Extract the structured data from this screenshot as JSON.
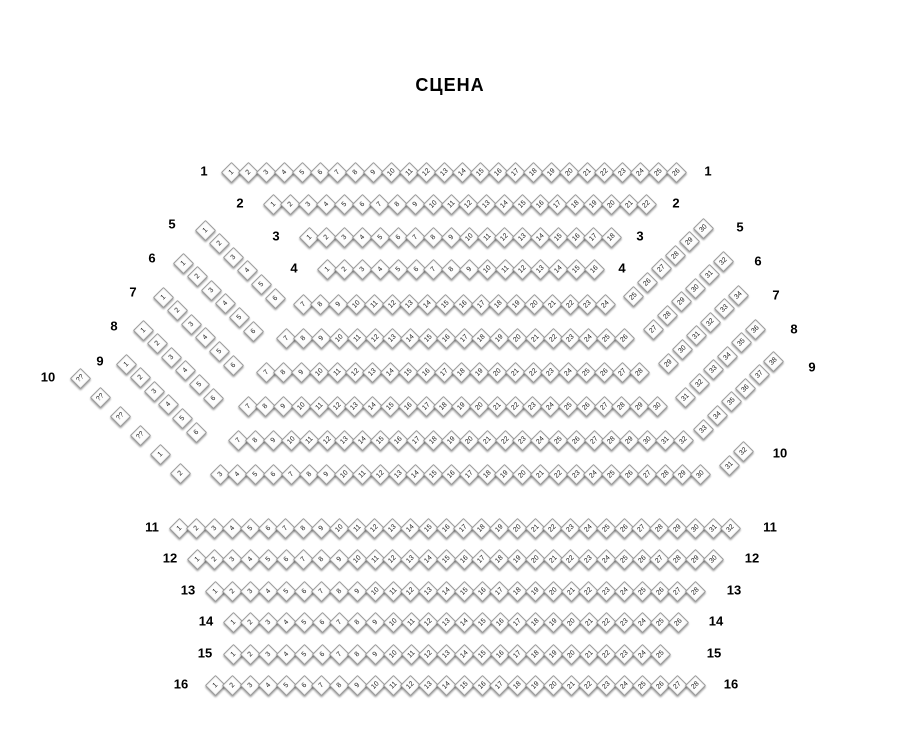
{
  "title": "СЦЕНА",
  "colors": {
    "seat_fill": "#fdfdfd",
    "seat_border": "#9b9b9b",
    "text": "#000000",
    "background": "#ffffff"
  },
  "rows": [
    {
      "row": "1",
      "center": [
        "1",
        "2",
        "3",
        "4",
        "5",
        "6",
        "7",
        "8",
        "9",
        "10",
        "11",
        "12",
        "13",
        "14",
        "15",
        "16",
        "17",
        "18",
        "19",
        "20",
        "21",
        "22",
        "23",
        "24",
        "25",
        "26"
      ]
    },
    {
      "row": "2",
      "center": [
        "1",
        "2",
        "3",
        "4",
        "5",
        "6",
        "7",
        "8",
        "9",
        "10",
        "11",
        "12",
        "13",
        "14",
        "15",
        "16",
        "17",
        "18",
        "19",
        "20",
        "21",
        "22"
      ]
    },
    {
      "row": "3",
      "center": [
        "1",
        "2",
        "3",
        "4",
        "5",
        "6",
        "7",
        "8",
        "9",
        "10",
        "11",
        "12",
        "13",
        "14",
        "15",
        "16",
        "17",
        "18"
      ]
    },
    {
      "row": "4",
      "center": [
        "1",
        "2",
        "3",
        "4",
        "5",
        "6",
        "7",
        "8",
        "9",
        "10",
        "11",
        "12",
        "13",
        "14",
        "15",
        "16"
      ]
    },
    {
      "row": "5",
      "left": [
        "1",
        "2",
        "3",
        "4",
        "5",
        "6"
      ],
      "center": [
        "7",
        "8",
        "9",
        "10",
        "11",
        "12",
        "13",
        "14",
        "15",
        "16",
        "17",
        "18",
        "19",
        "20",
        "21",
        "22",
        "23",
        "24"
      ],
      "right": [
        "25",
        "26",
        "27",
        "28",
        "29",
        "30"
      ]
    },
    {
      "row": "6",
      "left": [
        "1",
        "2",
        "3",
        "4",
        "5",
        "6"
      ],
      "center": [
        "7",
        "8",
        "9",
        "10",
        "11",
        "12",
        "13",
        "14",
        "15",
        "16",
        "17",
        "18",
        "19",
        "20",
        "21",
        "22",
        "23",
        "24",
        "25",
        "26"
      ],
      "right": [
        "27",
        "28",
        "29",
        "30",
        "31",
        "32"
      ]
    },
    {
      "row": "7",
      "left": [
        "1",
        "2",
        "3",
        "4",
        "5",
        "6"
      ],
      "center": [
        "7",
        "8",
        "9",
        "10",
        "11",
        "12",
        "13",
        "14",
        "15",
        "16",
        "17",
        "18",
        "19",
        "20",
        "21",
        "22",
        "23",
        "24",
        "25",
        "26",
        "27",
        "28"
      ],
      "right": [
        "29",
        "30",
        "31",
        "32",
        "33",
        "34"
      ]
    },
    {
      "row": "8",
      "left": [
        "1",
        "2",
        "3",
        "4",
        "5",
        "6"
      ],
      "center": [
        "7",
        "8",
        "9",
        "10",
        "11",
        "12",
        "13",
        "14",
        "15",
        "16",
        "17",
        "18",
        "19",
        "20",
        "21",
        "22",
        "23",
        "24",
        "25",
        "26",
        "27",
        "28",
        "29",
        "30"
      ],
      "right": [
        "31",
        "32",
        "33",
        "34",
        "35",
        "36"
      ]
    },
    {
      "row": "9",
      "left": [
        "1",
        "2",
        "3",
        "4",
        "5",
        "6"
      ],
      "center": [
        "7",
        "8",
        "9",
        "10",
        "11",
        "12",
        "13",
        "14",
        "15",
        "16",
        "17",
        "18",
        "19",
        "20",
        "21",
        "22",
        "23",
        "24",
        "25",
        "26",
        "27",
        "28",
        "29",
        "30",
        "31",
        "32"
      ],
      "right": [
        "33",
        "34",
        "35",
        "36",
        "37",
        "38"
      ]
    },
    {
      "row": "10",
      "left": [
        "??",
        "??",
        "??",
        "??",
        "1",
        "2"
      ],
      "center": [
        "3",
        "4",
        "5",
        "6",
        "7",
        "8",
        "9",
        "10",
        "11",
        "12",
        "13",
        "14",
        "15",
        "16",
        "17",
        "18",
        "19",
        "20",
        "21",
        "22",
        "23",
        "24",
        "25",
        "26",
        "27",
        "28",
        "29",
        "30"
      ],
      "right": [
        "31",
        "32"
      ]
    },
    {
      "row": "11",
      "center": [
        "1",
        "2",
        "3",
        "4",
        "5",
        "6",
        "7",
        "8",
        "9",
        "10",
        "11",
        "12",
        "13",
        "14",
        "15",
        "16",
        "17",
        "18",
        "19",
        "20",
        "21",
        "22",
        "23",
        "24",
        "25",
        "26",
        "27",
        "28",
        "29",
        "30",
        "31",
        "32"
      ]
    },
    {
      "row": "12",
      "center": [
        "1",
        "2",
        "3",
        "4",
        "5",
        "6",
        "7",
        "8",
        "9",
        "10",
        "11",
        "12",
        "13",
        "14",
        "15",
        "16",
        "17",
        "18",
        "19",
        "20",
        "21",
        "22",
        "23",
        "24",
        "25",
        "26",
        "27",
        "28",
        "29",
        "30"
      ]
    },
    {
      "row": "13",
      "center": [
        "1",
        "2",
        "3",
        "4",
        "5",
        "6",
        "7",
        "8",
        "9",
        "10",
        "11",
        "12",
        "13",
        "14",
        "15",
        "16",
        "17",
        "18",
        "19",
        "20",
        "21",
        "22",
        "23",
        "24",
        "25",
        "26",
        "27",
        "28"
      ]
    },
    {
      "row": "14",
      "center": [
        "1",
        "2",
        "3",
        "4",
        "5",
        "6",
        "7",
        "8",
        "9",
        "10",
        "11",
        "12",
        "13",
        "14",
        "15",
        "16",
        "17",
        "18",
        "19",
        "20",
        "21",
        "22",
        "23",
        "24",
        "25",
        "26"
      ]
    },
    {
      "row": "15",
      "center": [
        "1",
        "2",
        "3",
        "4",
        "5",
        "6",
        "7",
        "8",
        "9",
        "10",
        "11",
        "12",
        "13",
        "14",
        "15",
        "16",
        "17",
        "18",
        "19",
        "20",
        "21",
        "22",
        "23",
        "24",
        "25"
      ]
    },
    {
      "row": "16",
      "center": [
        "1",
        "2",
        "3",
        "4",
        "5",
        "6",
        "7",
        "8",
        "9",
        "10",
        "11",
        "12",
        "13",
        "14",
        "15",
        "16",
        "17",
        "18",
        "19",
        "20",
        "21",
        "22",
        "23",
        "24",
        "25",
        "26",
        "27",
        "28"
      ]
    }
  ]
}
